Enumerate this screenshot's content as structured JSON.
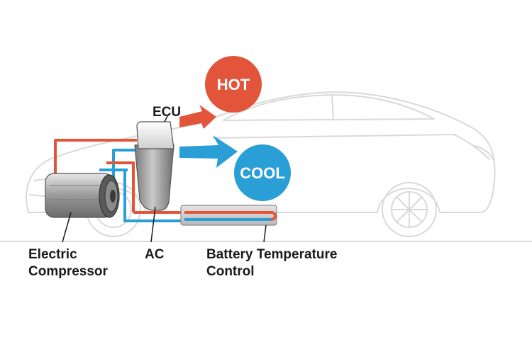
{
  "labels": {
    "ecu": "ECU",
    "ac": "AC",
    "compressor_line1": "Electric",
    "compressor_line2": "Compressor",
    "battery_line1": "Battery Temperature",
    "battery_line2": "Control"
  },
  "badges": {
    "hot": "HOT",
    "cool": "COOL"
  },
  "colors": {
    "hot": "#e2553a",
    "cool": "#2a9fd6",
    "car_outline": "#d9d9d9",
    "text": "#1a1a1a"
  }
}
